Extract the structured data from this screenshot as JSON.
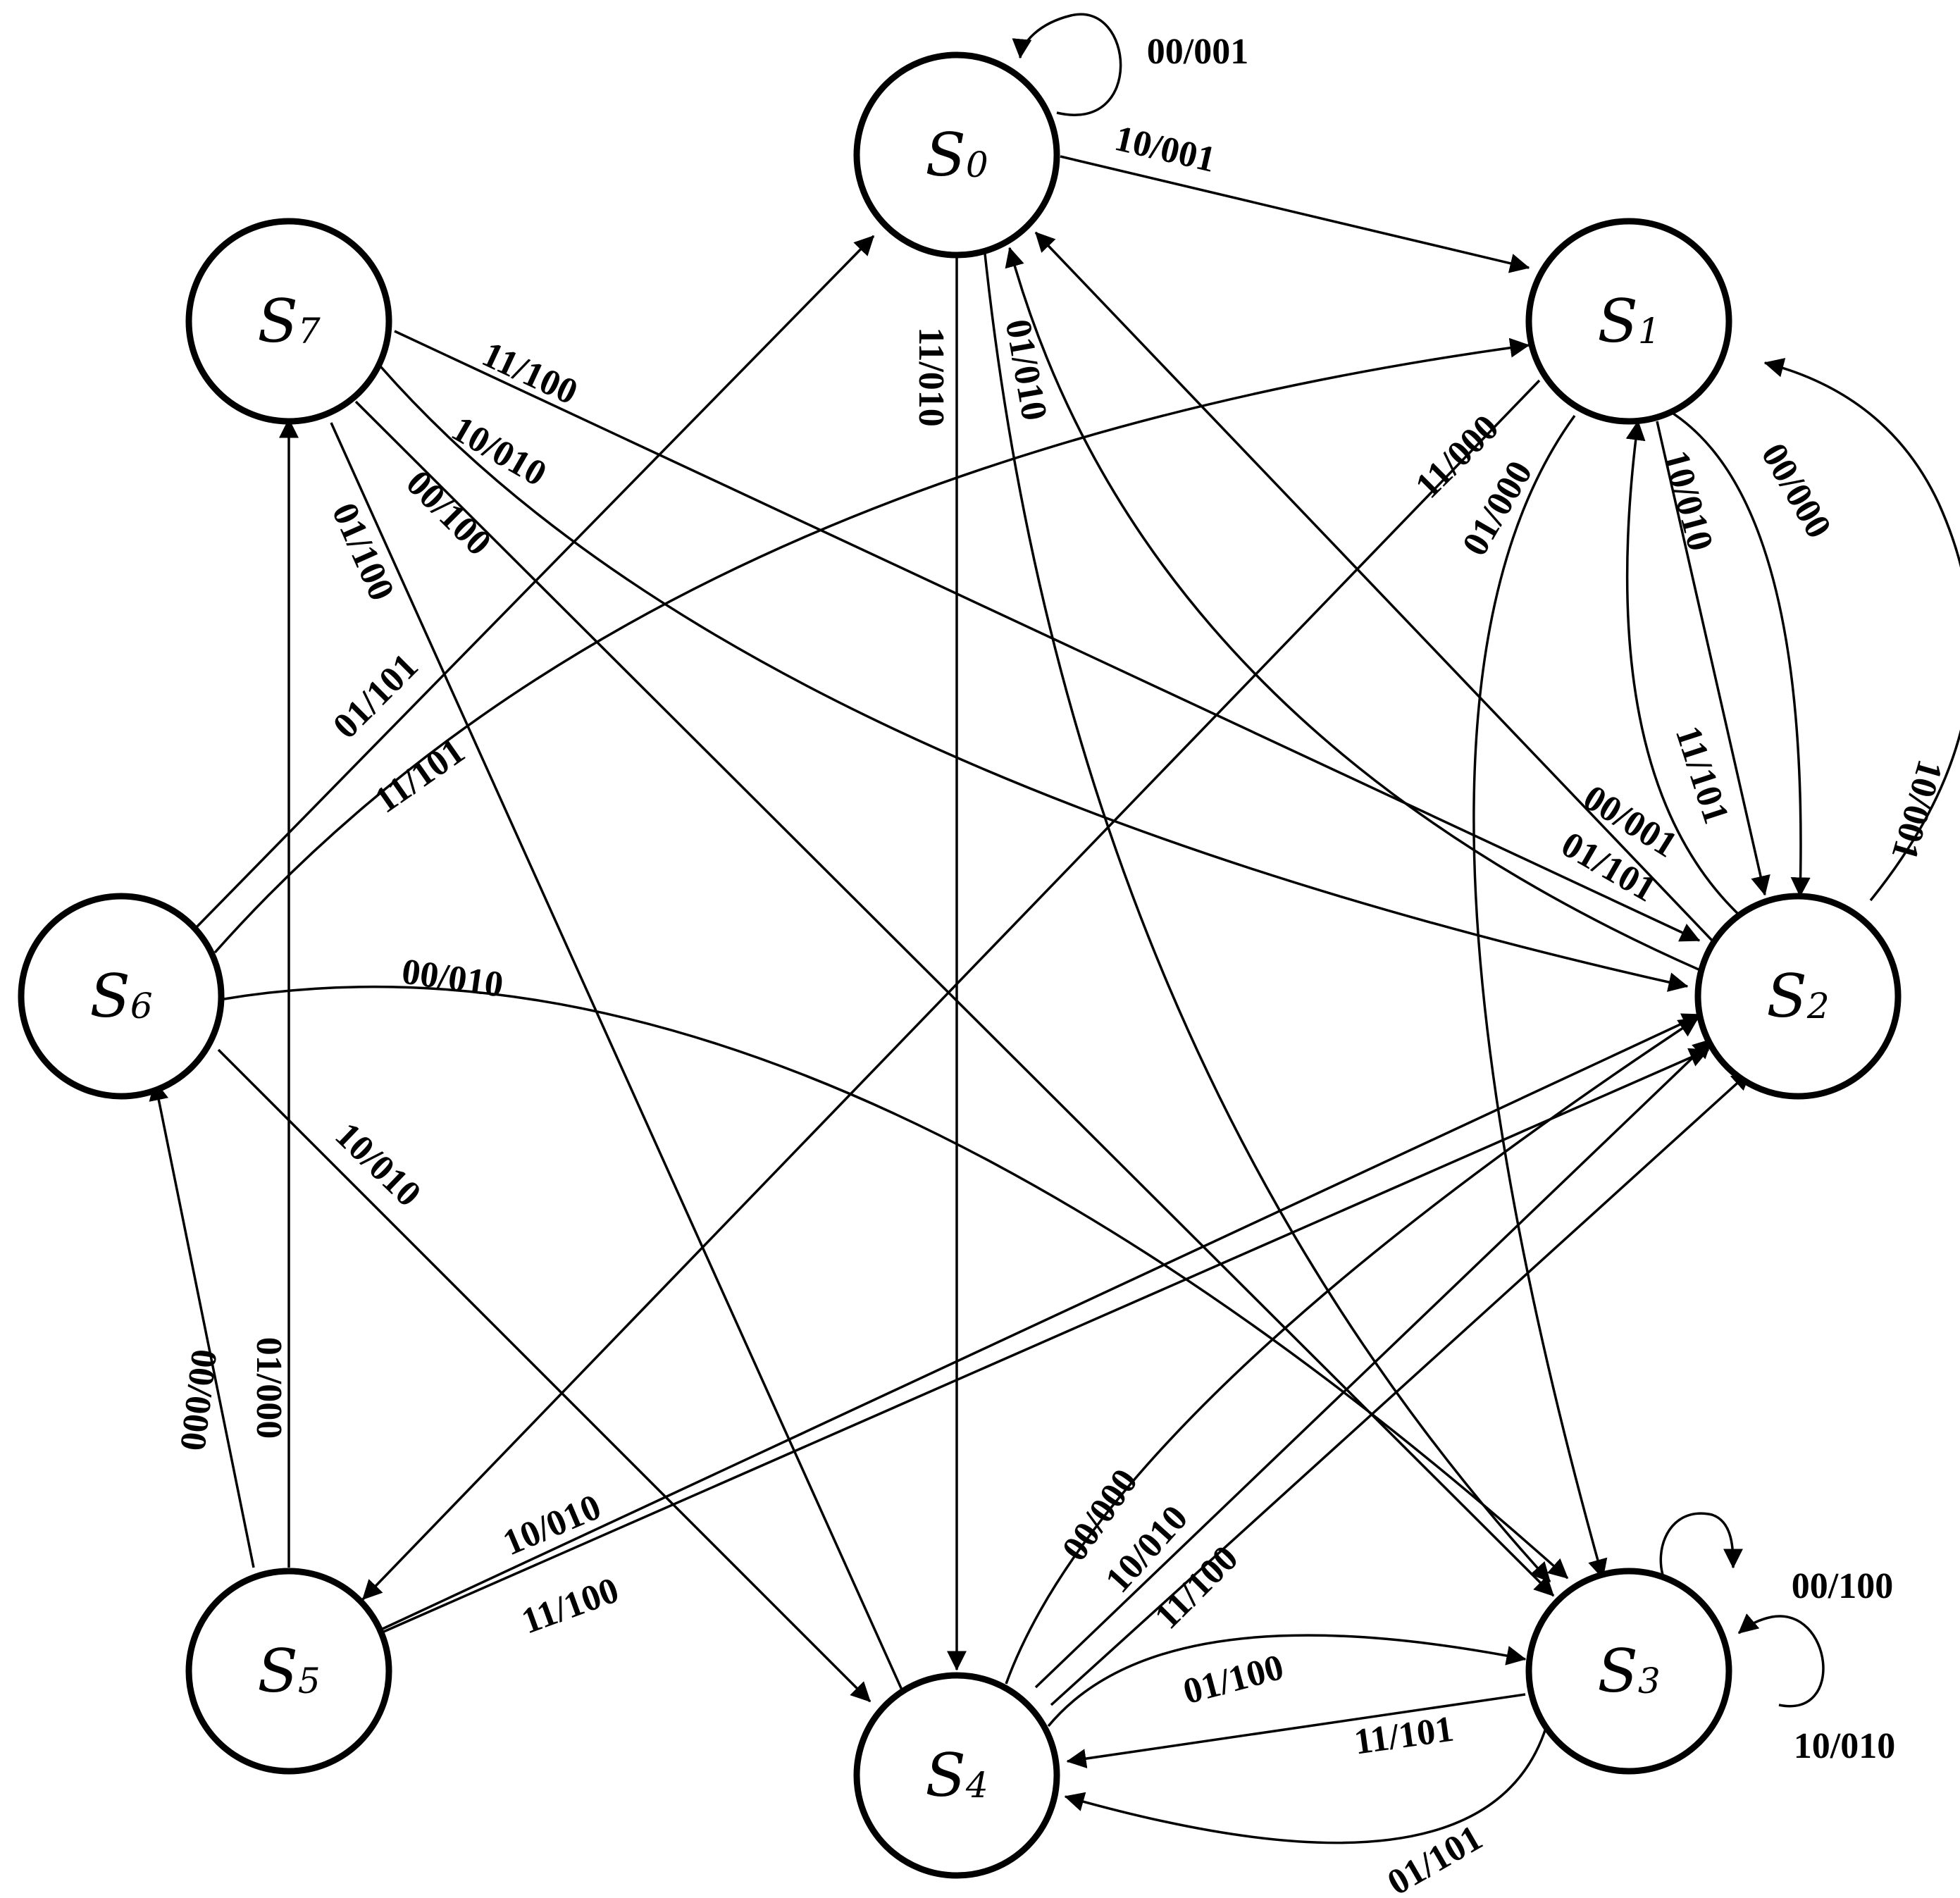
{
  "states": [
    {
      "id": "S0",
      "letter": "S",
      "sub": "0"
    },
    {
      "id": "S1",
      "letter": "S",
      "sub": "1"
    },
    {
      "id": "S2",
      "letter": "S",
      "sub": "2"
    },
    {
      "id": "S3",
      "letter": "S",
      "sub": "3"
    },
    {
      "id": "S4",
      "letter": "S",
      "sub": "4"
    },
    {
      "id": "S5",
      "letter": "S",
      "sub": "5"
    },
    {
      "id": "S6",
      "letter": "S",
      "sub": "6"
    },
    {
      "id": "S7",
      "letter": "S",
      "sub": "7"
    }
  ],
  "transitions": [
    {
      "from": "S0",
      "to": "S0",
      "label": "00/001"
    },
    {
      "from": "S0",
      "to": "S1",
      "label": "10/001"
    },
    {
      "from": "S0",
      "to": "S4",
      "label": "11/010"
    },
    {
      "from": "S0",
      "to": "S3",
      "label": "01/010"
    },
    {
      "from": "S1",
      "to": "S5",
      "label": "11/000"
    },
    {
      "from": "S1",
      "to": "S3",
      "label": "01/000"
    },
    {
      "from": "S1",
      "to": "S2",
      "label": "10/010"
    },
    {
      "from": "S1",
      "to": "S2",
      "label": "00/000"
    },
    {
      "from": "S2",
      "to": "S1",
      "label": "11/101"
    },
    {
      "from": "S2",
      "to": "S1",
      "label": "10/001"
    },
    {
      "from": "S2",
      "to": "S0",
      "label": "00/001"
    },
    {
      "from": "S2",
      "to": "S0",
      "label": "01/101"
    },
    {
      "from": "S3",
      "to": "S3",
      "label": "00/100"
    },
    {
      "from": "S3",
      "to": "S3",
      "label": "10/010"
    },
    {
      "from": "S3",
      "to": "S4",
      "label": "11/101"
    },
    {
      "from": "S3",
      "to": "S4",
      "label": "01/101"
    },
    {
      "from": "S4",
      "to": "S3",
      "label": "01/100"
    },
    {
      "from": "S4",
      "to": "S2",
      "label": "00/000"
    },
    {
      "from": "S4",
      "to": "S2",
      "label": "10/010"
    },
    {
      "from": "S4",
      "to": "S2",
      "label": "11/100"
    },
    {
      "from": "S5",
      "to": "S2",
      "label": "10/010"
    },
    {
      "from": "S5",
      "to": "S2",
      "label": "11/100"
    },
    {
      "from": "S5",
      "to": "S6",
      "label": "00/000"
    },
    {
      "from": "S5",
      "to": "S7",
      "label": "01/000"
    },
    {
      "from": "S6",
      "to": "S0",
      "label": "01/101"
    },
    {
      "from": "S6",
      "to": "S1",
      "label": "11/101"
    },
    {
      "from": "S6",
      "to": "S3",
      "label": "00/010"
    },
    {
      "from": "S6",
      "to": "S4",
      "label": "10/010"
    },
    {
      "from": "S7",
      "to": "S2",
      "label": "11/100"
    },
    {
      "from": "S7",
      "to": "S2",
      "label": "10/010"
    },
    {
      "from": "S7",
      "to": "S3",
      "label": "00/100"
    },
    {
      "from": "S7",
      "to": "S4",
      "label": "01/100"
    }
  ]
}
